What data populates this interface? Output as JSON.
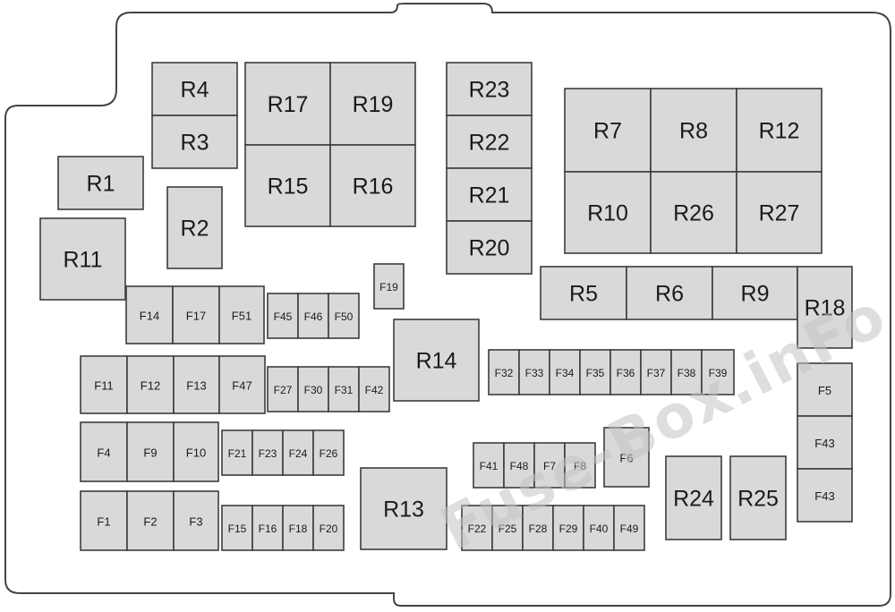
{
  "colors": {
    "component_fill": "#d9d9d9",
    "outline": "#3c3c3c",
    "watermark": "#c4c4c4"
  },
  "watermark": "Fuse-Box.inFo",
  "components": [
    {
      "id": "R4",
      "label": "R4"
    },
    {
      "id": "R3",
      "label": "R3"
    },
    {
      "id": "R1",
      "label": "R1"
    },
    {
      "id": "R2",
      "label": "R2"
    },
    {
      "id": "R11",
      "label": "R11"
    },
    {
      "id": "R17",
      "label": "R17"
    },
    {
      "id": "R19",
      "label": "R19"
    },
    {
      "id": "R15",
      "label": "R15"
    },
    {
      "id": "R16",
      "label": "R16"
    },
    {
      "id": "R23",
      "label": "R23"
    },
    {
      "id": "R22",
      "label": "R22"
    },
    {
      "id": "R21",
      "label": "R21"
    },
    {
      "id": "R20",
      "label": "R20"
    },
    {
      "id": "R7",
      "label": "R7"
    },
    {
      "id": "R8",
      "label": "R8"
    },
    {
      "id": "R12",
      "label": "R12"
    },
    {
      "id": "R10",
      "label": "R10"
    },
    {
      "id": "R26",
      "label": "R26"
    },
    {
      "id": "R27",
      "label": "R27"
    },
    {
      "id": "R5",
      "label": "R5"
    },
    {
      "id": "R6",
      "label": "R6"
    },
    {
      "id": "R9",
      "label": "R9"
    },
    {
      "id": "R18",
      "label": "R18"
    },
    {
      "id": "R14",
      "label": "R14"
    },
    {
      "id": "R13",
      "label": "R13"
    },
    {
      "id": "R24",
      "label": "R24"
    },
    {
      "id": "R25",
      "label": "R25"
    },
    {
      "id": "F14",
      "label": "F14"
    },
    {
      "id": "F17",
      "label": "F17"
    },
    {
      "id": "F51",
      "label": "F51"
    },
    {
      "id": "F45",
      "label": "F45"
    },
    {
      "id": "F46",
      "label": "F46"
    },
    {
      "id": "F50",
      "label": "F50"
    },
    {
      "id": "F19",
      "label": "F19"
    },
    {
      "id": "F11",
      "label": "F11"
    },
    {
      "id": "F12",
      "label": "F12"
    },
    {
      "id": "F13",
      "label": "F13"
    },
    {
      "id": "F47",
      "label": "F47"
    },
    {
      "id": "F27",
      "label": "F27"
    },
    {
      "id": "F30",
      "label": "F30"
    },
    {
      "id": "F31",
      "label": "F31"
    },
    {
      "id": "F42",
      "label": "F42"
    },
    {
      "id": "F32",
      "label": "F32"
    },
    {
      "id": "F33",
      "label": "F33"
    },
    {
      "id": "F34",
      "label": "F34"
    },
    {
      "id": "F35",
      "label": "F35"
    },
    {
      "id": "F36",
      "label": "F36"
    },
    {
      "id": "F37",
      "label": "F37"
    },
    {
      "id": "F38",
      "label": "F38"
    },
    {
      "id": "F39",
      "label": "F39"
    },
    {
      "id": "F5",
      "label": "F5"
    },
    {
      "id": "F43a",
      "label": "F43"
    },
    {
      "id": "F43b",
      "label": "F43"
    },
    {
      "id": "F4",
      "label": "F4"
    },
    {
      "id": "F9",
      "label": "F9"
    },
    {
      "id": "F10",
      "label": "F10"
    },
    {
      "id": "F21",
      "label": "F21"
    },
    {
      "id": "F23",
      "label": "F23"
    },
    {
      "id": "F24",
      "label": "F24"
    },
    {
      "id": "F26",
      "label": "F26"
    },
    {
      "id": "F41",
      "label": "F41"
    },
    {
      "id": "F48",
      "label": "F48"
    },
    {
      "id": "F7",
      "label": "F7"
    },
    {
      "id": "F8",
      "label": "F8"
    },
    {
      "id": "F6",
      "label": "F6"
    },
    {
      "id": "F1",
      "label": "F1"
    },
    {
      "id": "F2",
      "label": "F2"
    },
    {
      "id": "F3",
      "label": "F3"
    },
    {
      "id": "F15",
      "label": "F15"
    },
    {
      "id": "F16",
      "label": "F16"
    },
    {
      "id": "F18",
      "label": "F18"
    },
    {
      "id": "F20",
      "label": "F20"
    },
    {
      "id": "F22",
      "label": "F22"
    },
    {
      "id": "F25",
      "label": "F25"
    },
    {
      "id": "F28",
      "label": "F28"
    },
    {
      "id": "F29",
      "label": "F29"
    },
    {
      "id": "F40",
      "label": "F40"
    },
    {
      "id": "F49",
      "label": "F49"
    }
  ]
}
